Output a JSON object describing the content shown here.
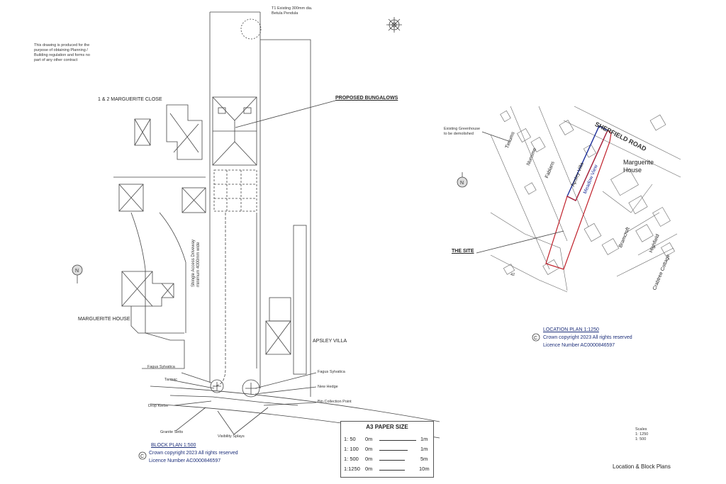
{
  "notes": {
    "tree_t1": [
      "T1 Existing 300mm dia.",
      "Betula Pendula"
    ],
    "disclaimer": [
      "This drawing is produced for the",
      "purpose of obtaining Planning /",
      "Building regulation and forms no",
      "part of any other contract"
    ]
  },
  "block_plan": {
    "labels": {
      "marguerite_close": "1 & 2 MARGUERITE CLOSE",
      "proposed": "PROPOSED BUNGALOWS",
      "marguerite_house": "MARGUERITE HOUSE",
      "apsley_villa": "APSLEY VILLA",
      "driveway_1": "Shingle Access Driveway",
      "driveway_2": "minimum 4000mm wide",
      "fagus_left": "Fagus Sylvatica",
      "tarmac": "Tarmac",
      "drop_kerbs": "Drop Kerbs",
      "granite_setts": "Granite Setts",
      "visibility": "Visibility Splays",
      "fagus_right": "Fagus Sylvatica",
      "new_hedge": "New Hedge",
      "bin_point": "Bin Collection Point"
    },
    "title": "BLOCK PLAN 1:500",
    "copyright": "Crown copyright 2023 All rights reserved",
    "licence": "Licence Number AC0000846597"
  },
  "location_plan": {
    "labels": {
      "greenhouse_1": "Existing Greenhouse",
      "greenhouse_2": "to be demolished",
      "the_site": "THE SITE",
      "road": "SHERFIELD ROAD",
      "timums": "Timums",
      "nunsme": "Nunsme",
      "fablans": "Fablans",
      "apsley": "Apsley Villa",
      "meadow": "Meadow View",
      "marguerite": "Marguerite",
      "house": "House",
      "bramcroft": "Bramcroft",
      "highfield": "Highfield",
      "crabtree": "Crabtree Cottage",
      "plot_no": "42"
    },
    "title": "LOCATION PLAN 1:1250",
    "copyright": "Crown copyright 2023 All rights reserved",
    "licence": "Licence Number AC0000846597"
  },
  "scale_box": {
    "title": "A3 PAPER SIZE",
    "rows": [
      {
        "ratio": "1: 50",
        "zero": "0m",
        "end": "1m"
      },
      {
        "ratio": "1: 100",
        "zero": "0m",
        "end": "1m"
      },
      {
        "ratio": "1: 500",
        "zero": "0m",
        "end": "5m"
      },
      {
        "ratio": "1:1250",
        "zero": "0m",
        "end": "10m"
      }
    ]
  },
  "scales_note": {
    "title": "Scales",
    "line1": "1: 1250",
    "line2": "1: 500"
  },
  "sheet_title": "Location & Block Plans",
  "north_symbol": "N"
}
